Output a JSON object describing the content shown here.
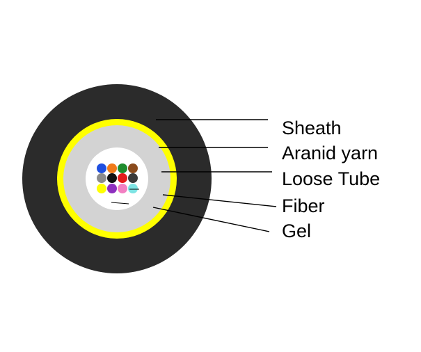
{
  "diagram": {
    "labels": {
      "sheath": "Sheath",
      "aramid_yarn": "Aranid yarn",
      "loose_tube": "Loose Tube",
      "fiber": "Fiber",
      "gel": "Gel"
    },
    "colors": {
      "sheath": "#2b2b2b",
      "aramid_yarn": "#ffff00",
      "loose_tube": "#d3d3d3",
      "gel": "#ffffff",
      "leader_line": "#000000",
      "label_text": "#000000"
    },
    "fibers": [
      {
        "name": "blue",
        "color": "#1f4fe0"
      },
      {
        "name": "orange",
        "color": "#f07a1a"
      },
      {
        "name": "green",
        "color": "#1f8c2e"
      },
      {
        "name": "brown",
        "color": "#8a4b1c"
      },
      {
        "name": "gray",
        "color": "#8c8c8c"
      },
      {
        "name": "black",
        "color": "#111111"
      },
      {
        "name": "red",
        "color": "#e41b1b"
      },
      {
        "name": "dark-gray",
        "color": "#3a3a3a"
      },
      {
        "name": "yellow",
        "color": "#ffff00"
      },
      {
        "name": "violet",
        "color": "#8e2fbf"
      },
      {
        "name": "pink",
        "color": "#f27fc2"
      },
      {
        "name": "aqua",
        "color": "#7de3e3"
      }
    ]
  }
}
